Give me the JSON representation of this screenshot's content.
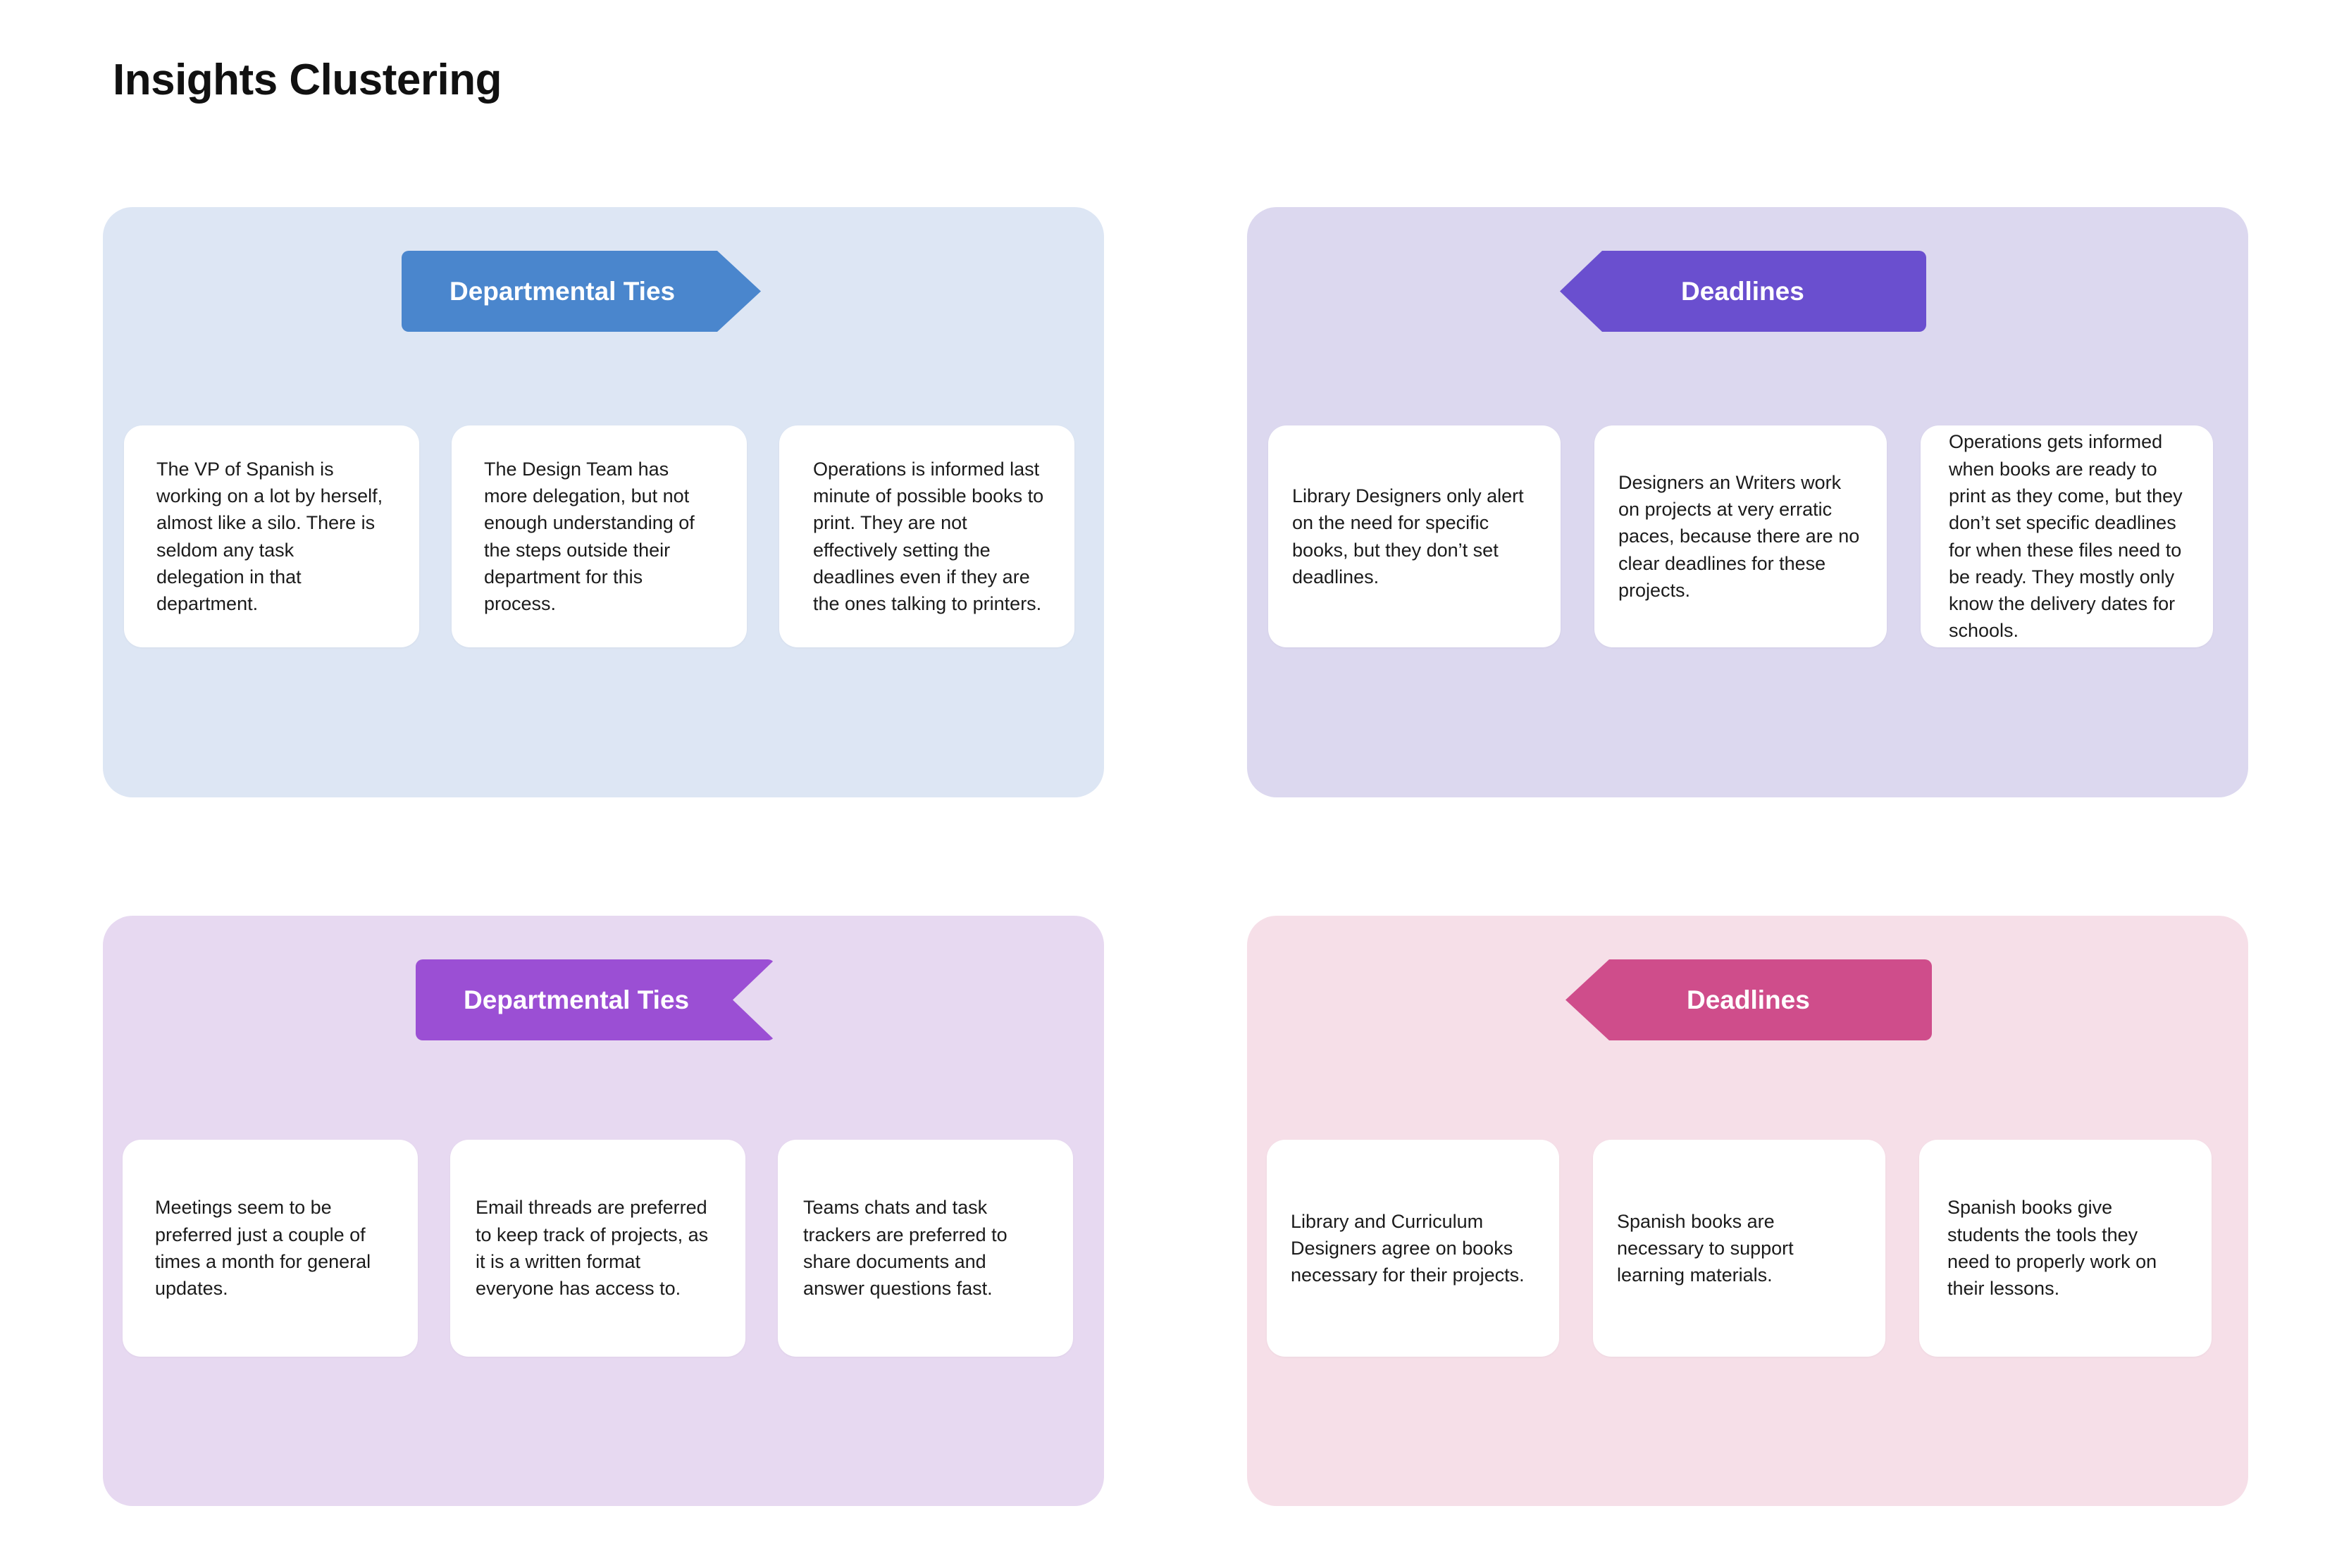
{
  "page": {
    "title": "Insights Clustering",
    "background": "#ffffff"
  },
  "groups": [
    {
      "id": "departmental-ties-blue",
      "position": "top-left",
      "panel_color": "#dde6f4",
      "banner": {
        "label": "Departmental Ties",
        "color": "#4a86cd",
        "shape": "arrow-right",
        "text_color": "#ffffff"
      },
      "cards": [
        {
          "text": "The VP of Spanish is working on a lot by herself, almost like a silo. There is seldom any task delegation in that department."
        },
        {
          "text": "The Design Team has more delegation, but not enough understanding of the steps outside their department for this process."
        },
        {
          "text": "Operations is informed last minute of possible books to print. They are not effectively setting the deadlines even if they are the ones talking to printers."
        }
      ]
    },
    {
      "id": "deadlines-purple",
      "position": "top-right",
      "panel_color": "#dcd8ef",
      "banner": {
        "label": "Deadlines",
        "color": "#6a4fcf",
        "shape": "notch-left",
        "text_color": "#ffffff"
      },
      "cards": [
        {
          "text": "Library Designers only alert on the need for specific books, but they don’t set deadlines."
        },
        {
          "text": "Designers an Writers work on projects at very erratic paces, because there are no clear deadlines for these projects."
        },
        {
          "text": "Operations gets informed when books are ready to print as they come, but they don’t set specific deadlines for when these files need to be ready. They mostly only know the delivery dates for schools."
        }
      ]
    },
    {
      "id": "departmental-ties-violet",
      "position": "bottom-left",
      "panel_color": "#e7d9f1",
      "banner": {
        "label": "Departmental Ties",
        "color": "#9b4fd4",
        "shape": "notch-right",
        "text_color": "#ffffff"
      },
      "cards": [
        {
          "text": "Meetings seem to be preferred just a couple of times a month for general updates."
        },
        {
          "text": "Email threads are preferred to keep track of projects, as it is a written format everyone has access to."
        },
        {
          "text": "Teams chats and task trackers are preferred to share documents and answer questions fast."
        }
      ]
    },
    {
      "id": "deadlines-pink",
      "position": "bottom-right",
      "panel_color": "#f6dfe8",
      "banner": {
        "label": "Deadlines",
        "color": "#cf4d8b",
        "shape": "arrow-left",
        "text_color": "#ffffff"
      },
      "cards": [
        {
          "text": "Library and Curriculum Designers agree on books necessary for their projects."
        },
        {
          "text": "Spanish books are necessary to support learning materials."
        },
        {
          "text": "Spanish books give students the tools they need to properly work on their lessons."
        }
      ]
    }
  ]
}
